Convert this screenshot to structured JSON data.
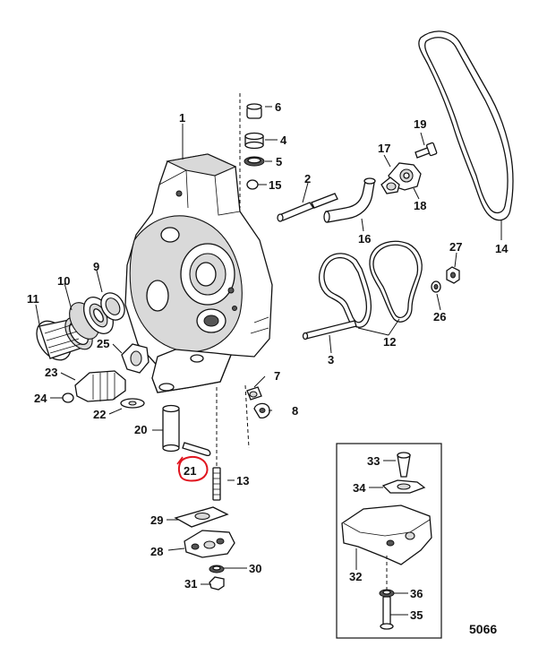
{
  "diagram": {
    "figure_number": "5066",
    "callouts": [
      "1",
      "2",
      "3",
      "4",
      "5",
      "6",
      "7",
      "8",
      "9",
      "10",
      "11",
      "12",
      "13",
      "14",
      "15",
      "16",
      "17",
      "18",
      "19",
      "20",
      "21",
      "22",
      "23",
      "24",
      "25",
      "26",
      "27",
      "28",
      "29",
      "30",
      "31",
      "32",
      "33",
      "34",
      "35",
      "36"
    ],
    "highlight_color": "#e0141e",
    "line_color": "#111111"
  }
}
